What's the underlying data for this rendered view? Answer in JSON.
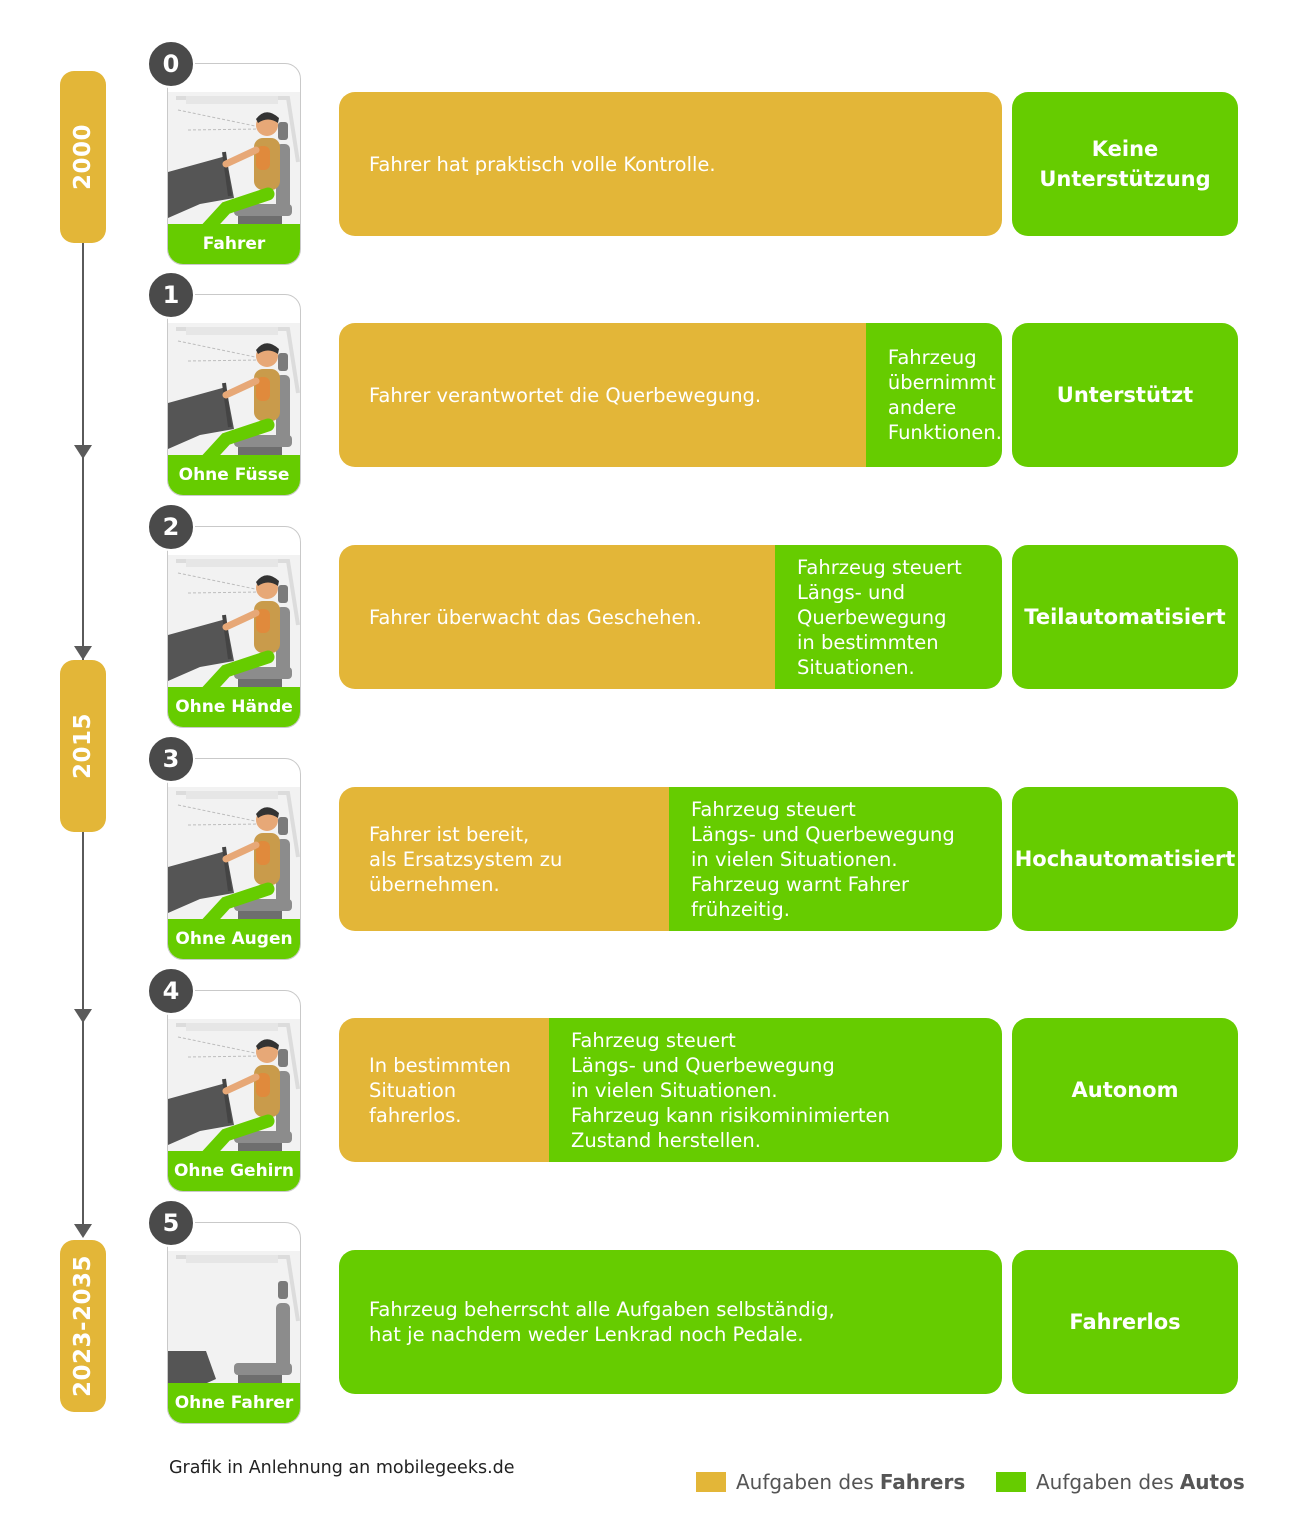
{
  "colors": {
    "driver": "#e3b638",
    "car": "#66cc00",
    "timeline": "#5a5a5a"
  },
  "timeline": {
    "years": [
      "2000",
      "2015",
      "2023-2035"
    ]
  },
  "levels": [
    {
      "number": "0",
      "icon_label": "Fahrer",
      "driver_text": "Fahrer hat praktisch volle Kontrolle.",
      "car_text": "",
      "driver_share": 1.0,
      "level_name": "Keine\nUnterstützung"
    },
    {
      "number": "1",
      "icon_label": "Ohne Füsse",
      "driver_text": "Fahrer verantwortet die Querbewegung.",
      "car_text": "Fahrzeug\nübernimmt\nandere\nFunktionen.",
      "driver_share": 0.795,
      "level_name": "Unterstützt"
    },
    {
      "number": "2",
      "icon_label": "Ohne Hände",
      "driver_text": "Fahrer überwacht das Geschehen.",
      "car_text": "Fahrzeug steuert\nLängs- und\nQuerbewegung\nin bestimmten\nSituationen.",
      "driver_share": 0.657,
      "level_name": "Teilautomatisiert"
    },
    {
      "number": "3",
      "icon_label": "Ohne Augen",
      "driver_text": "Fahrer ist bereit,\nals Ersatzsystem zu\nübernehmen.",
      "car_text": "Fahrzeug steuert\nLängs- und Querbewegung\nin vielen Situationen.\nFahrzeug warnt Fahrer\nfrühzeitig.",
      "driver_share": 0.497,
      "level_name": "Hochautomatisiert"
    },
    {
      "number": "4",
      "icon_label": "Ohne Gehirn",
      "driver_text": "In bestimmten\nSituation\nfahrerlos.",
      "car_text": "Fahrzeug steuert\nLängs- und Querbewegung\nin vielen Situationen.\nFahrzeug kann risikominimierten\nZustand herstellen.",
      "driver_share": 0.317,
      "level_name": "Autonom"
    },
    {
      "number": "5",
      "icon_label": "Ohne Fahrer",
      "driver_text": "",
      "car_text": "Fahrzeug beherrscht alle Aufgaben selbständig,\nhat je nachdem weder Lenkrad noch Pedale.",
      "driver_share": 0.0,
      "level_name": "Fahrerlos"
    }
  ],
  "icons": [
    "driver-seat-icon",
    "driver-seat-icon",
    "driver-seat-icon",
    "driver-seat-icon",
    "driver-seat-icon",
    "empty-seat-icon"
  ],
  "footer": {
    "credit": "Grafik in Anlehnung an mobilegeeks.de",
    "legend": [
      {
        "prefix": "Aufgaben des",
        "bold": "Fahrers"
      },
      {
        "prefix": "Aufgaben des",
        "bold": "Autos"
      }
    ]
  }
}
